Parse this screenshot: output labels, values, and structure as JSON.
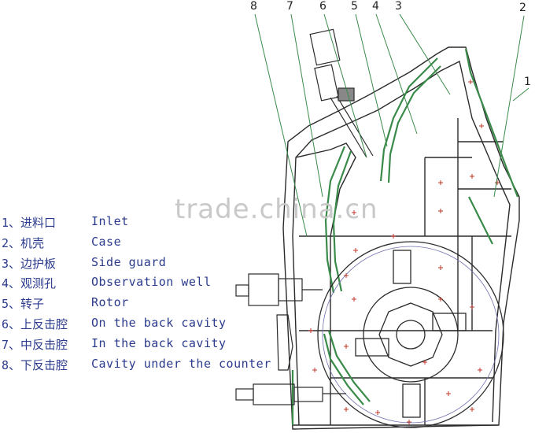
{
  "callouts": [
    "8",
    "7",
    "6",
    "5",
    "4",
    "3",
    "2",
    "1"
  ],
  "legend": [
    {
      "cn": "1、进料口",
      "en": "Inlet"
    },
    {
      "cn": "2、机壳",
      "en": "Case"
    },
    {
      "cn": "3、边护板",
      "en": "Side guard"
    },
    {
      "cn": "4、观测孔",
      "en": "Observation well"
    },
    {
      "cn": "5、转子",
      "en": "Rotor"
    },
    {
      "cn": "6、上反击腔",
      "en": "On the back cavity"
    },
    {
      "cn": "7、中反击腔",
      "en": "In the back cavity"
    },
    {
      "cn": "8、下反击腔",
      "en": "Cavity under the counter"
    }
  ],
  "watermark": "trade.china.cn",
  "colors": {
    "line": "#2b2b2b",
    "liner": "#3a8a4a",
    "leader": "#3a8a4a",
    "legend_text": "#2a3a8c",
    "mark": "#c0392b",
    "dim": "#6f6fb0"
  }
}
